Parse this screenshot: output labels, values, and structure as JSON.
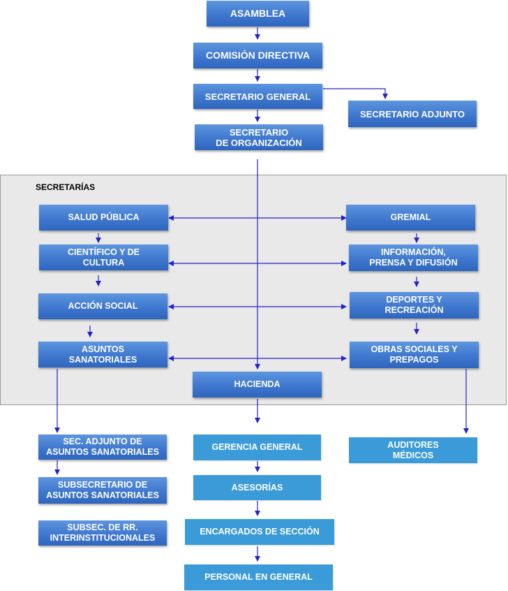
{
  "panel": {
    "title": "SECRETARÍAS"
  },
  "nodes": {
    "asamblea": "ASAMBLEA",
    "comision_directiva": "COMISIÓN DIRECTIVA",
    "secretario_general": "SECRETARIO GENERAL",
    "secretario_adjunto": "SECRETARIO ADJUNTO",
    "secretario_organizacion": "SECRETARIO\nDE ORGANIZACIÓN",
    "salud_publica": "SALUD PÚBLICA",
    "cientifico_cultura": "CIENTÍFICO Y DE\nCULTURA",
    "accion_social": "ACCIÓN SOCIAL",
    "asuntos_sanatoriales": "ASUNTOS\nSANATORIALES",
    "gremial": "GREMIAL",
    "informacion_prensa": "INFORMACIÓN,\nPRENSA Y DIFUSIÓN",
    "deportes_recreacion": "DEPORTES Y\nRECREACIÓN",
    "obras_sociales": "OBRAS SOCIALES Y\nPREPAGOS",
    "hacienda": "HACIENDA",
    "sec_adjunto_asuntos": "SEC. ADJUNTO DE\nASUNTOS SANATORIALES",
    "subsecretario_asuntos": "SUBSECRETARIO DE\nASUNTOS SANATORIALES",
    "subsec_rr": "SUBSEC. DE RR.\nINTERINSTITUCIONALES",
    "gerencia_general": "GERENCIA GENERAL",
    "asesorias": "ASESORÍAS",
    "encargados_seccion": "ENCARGADOS DE SECCIÓN",
    "personal_general": "PERSONAL EN GENERAL",
    "auditores_medicos": "AUDITORES\nMÉDICOS"
  },
  "colors": {
    "dark_box": "#3f78cf",
    "light_box": "#3a9bd8",
    "arrow": "#2323c8",
    "panel": "#e9e9e9"
  }
}
